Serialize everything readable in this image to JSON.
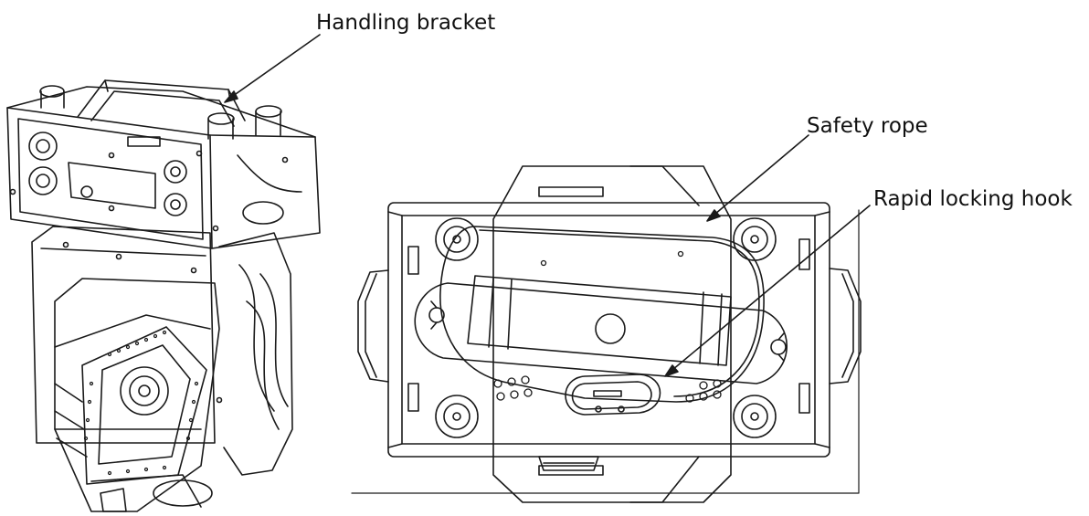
{
  "labels": {
    "handling_bracket": "Handling bracket",
    "safety_rope": "Safety rope",
    "rapid_locking_hook": "Rapid locking hook"
  },
  "colors": {
    "line": "#1a1a1a",
    "background": "#ffffff"
  }
}
